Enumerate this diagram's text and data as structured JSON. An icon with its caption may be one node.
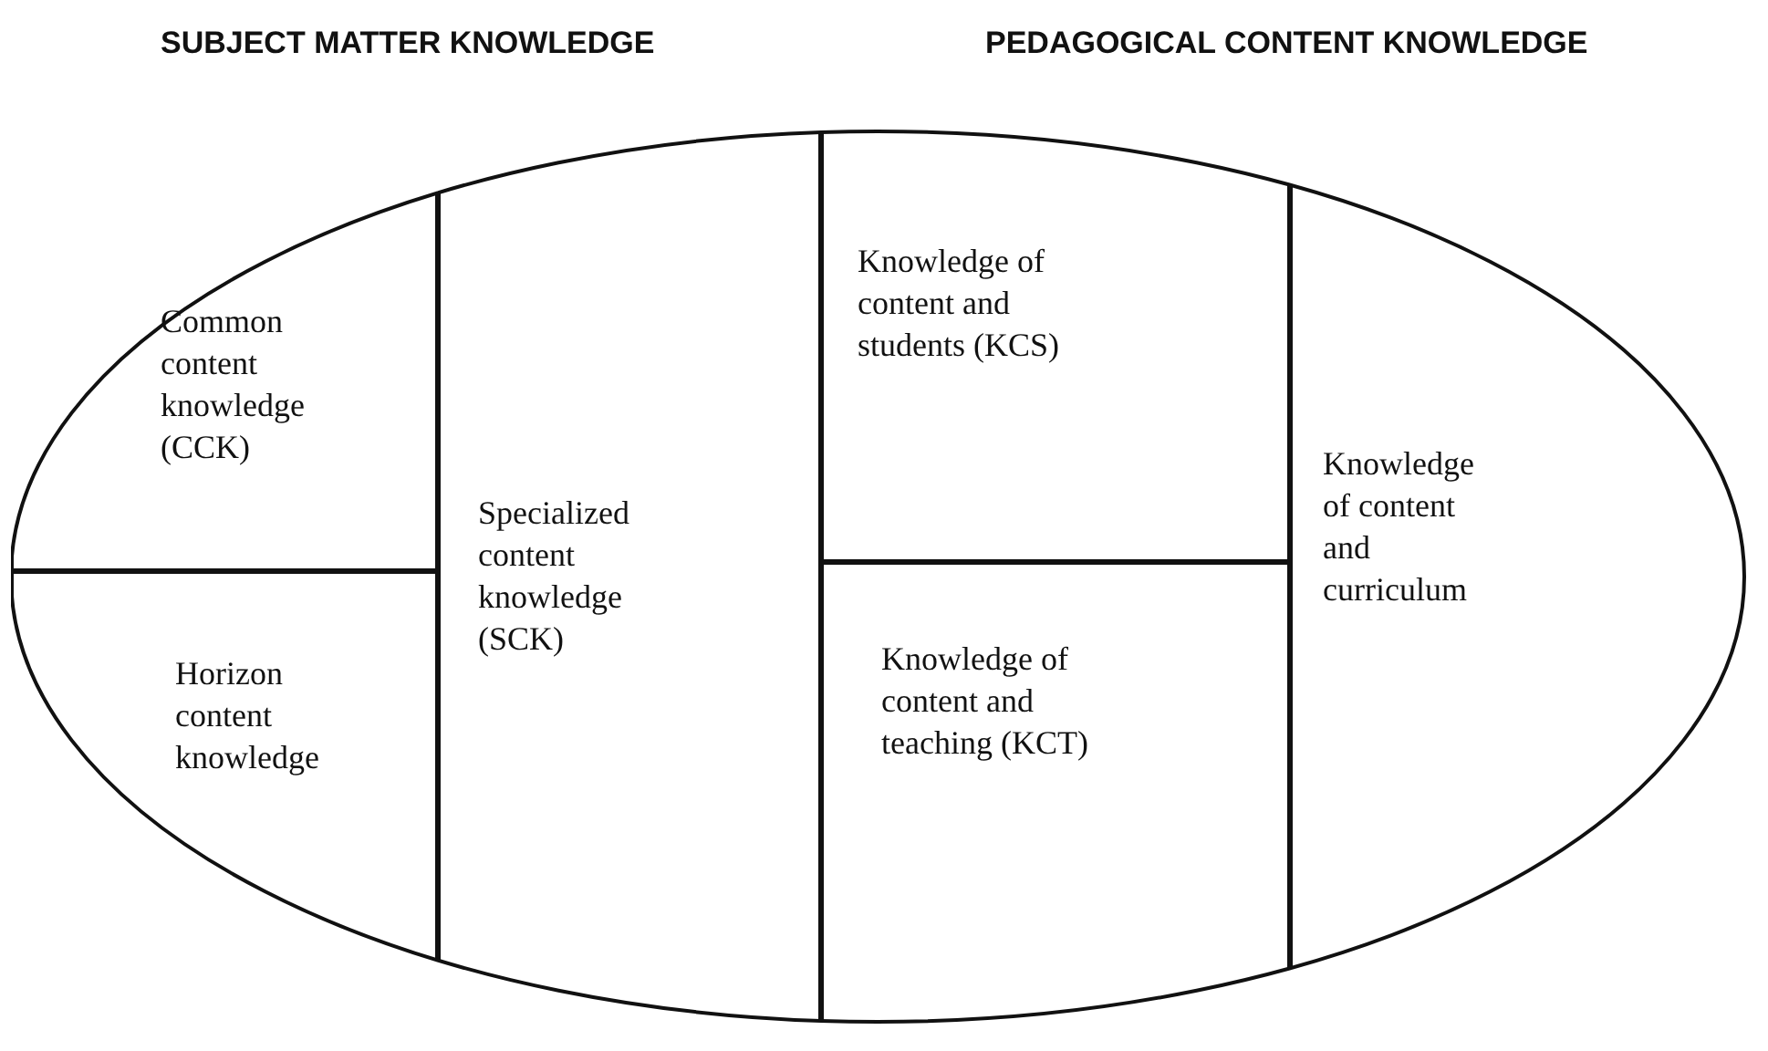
{
  "diagram": {
    "nodes": [
      {
        "text": [
          "Common content knowledge (CCK)"
        ]
      },
      {
        "text": [
          "Horizon content knowledge"
        ]
      },
      {
        "text": [
          "Specialized content knowledge (SCK)"
        ]
      },
      {
        "text": [
          "Knowledge of content and students (KCS)"
        ]
      },
      {
        "text": [
          "Knowledge of content and teaching (KCT)"
        ]
      },
      {
        "text": [
          "Knowledge of content and curriculum"
        ]
      }
    ],
    "edges": [],
    "labels": [
      "SUBJECT MATTER KNOWLEDGE",
      "PEDAGOGICAL CONTENT KNOWLEDGE"
    ]
  }
}
